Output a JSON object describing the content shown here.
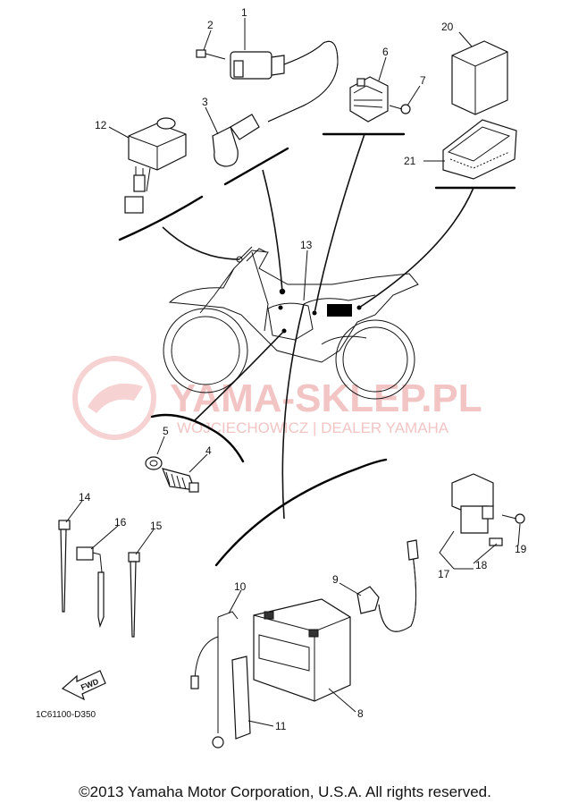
{
  "diagram": {
    "callouts": [
      "1",
      "2",
      "3",
      "4",
      "5",
      "6",
      "7",
      "8",
      "9",
      "10",
      "11",
      "12",
      "13",
      "14",
      "15",
      "16",
      "17",
      "18",
      "19",
      "20",
      "21"
    ],
    "part_code": "1C61100-D350",
    "fwd_label": "FWD",
    "watermark": {
      "title": "YAMA-SKLEP.PL",
      "subtitle": "WOJCIECHOWICZ | DEALER YAMAHA"
    },
    "copyright": "©2013 Yamaha Motor Corporation, U.S.A. All rights reserved."
  },
  "colors": {
    "ink": "#111111",
    "watermark": "#f2c4c4"
  }
}
